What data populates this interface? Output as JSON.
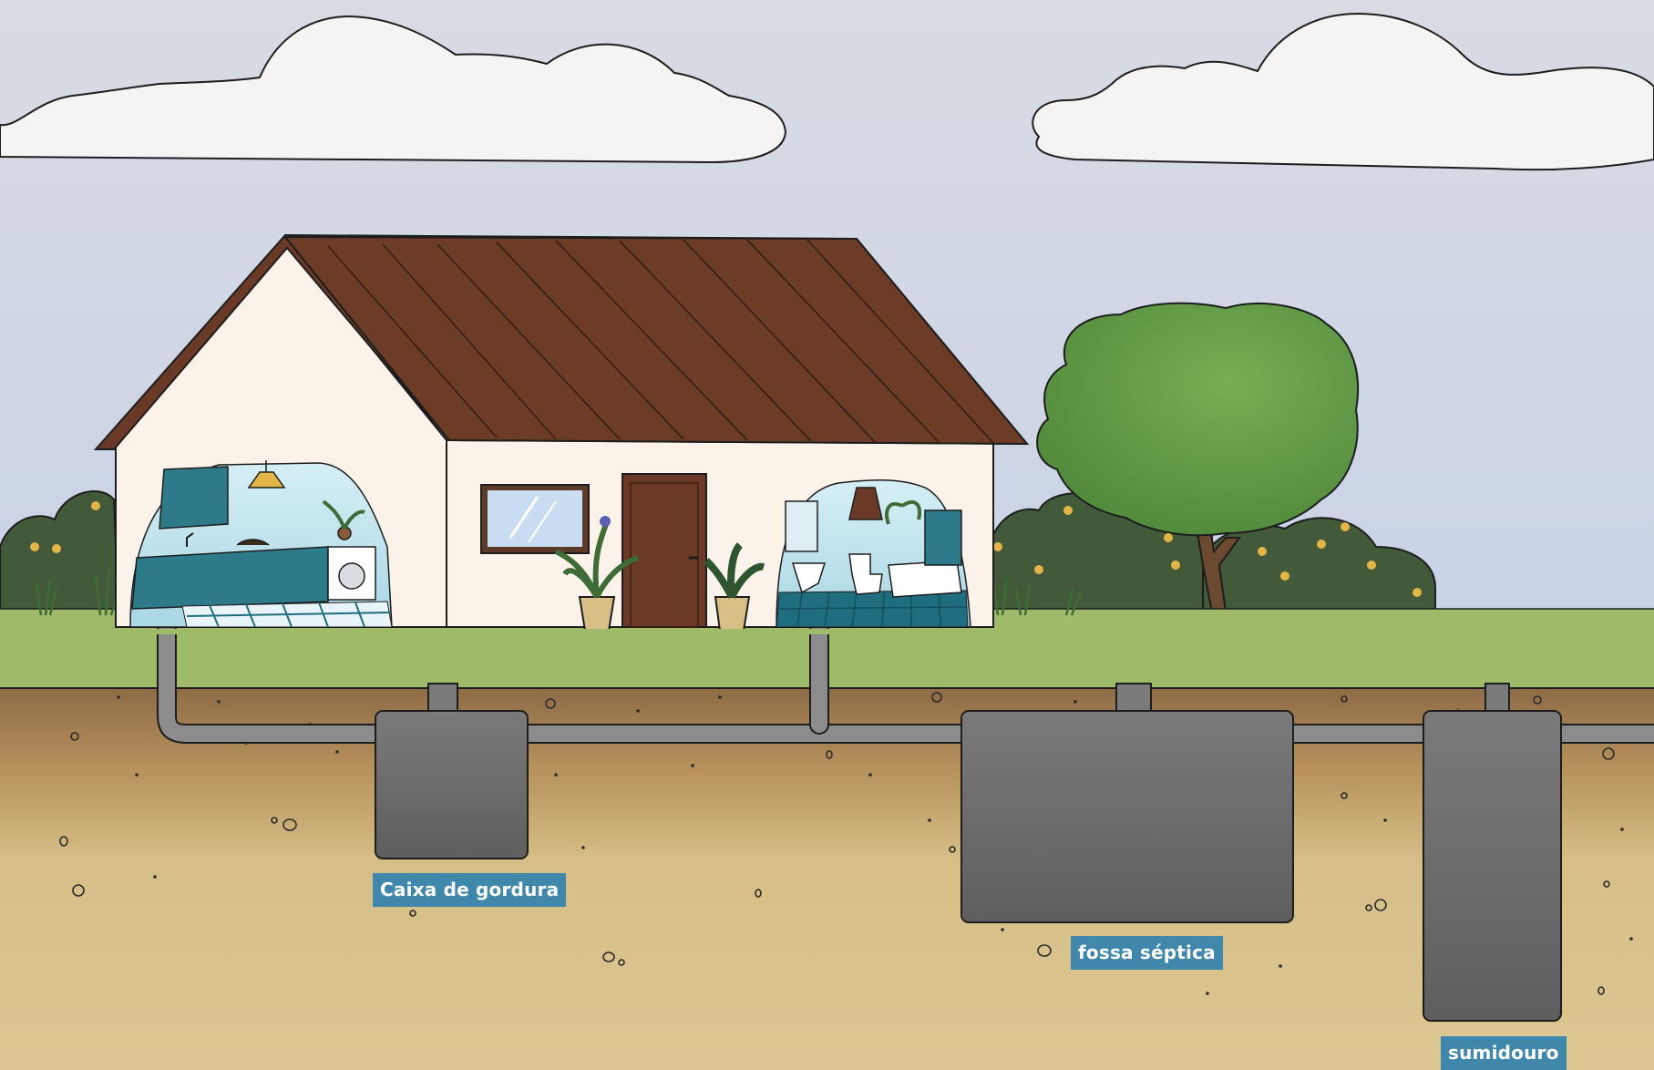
{
  "labels": {
    "grease_trap": "Caixa de gordura",
    "septic_tank": "fossa séptica",
    "soakaway": "sumidouro"
  },
  "colors": {
    "sky": "#d4dbe8",
    "cloud": "#f4f3f1",
    "roof": "#6b3a26",
    "wall": "#fbf3ea",
    "door": "#6b3a26",
    "grass": "#9fbb6a",
    "soil_top": "#8c6a45",
    "soil": "#d7bf86",
    "pipe": "#8a8a8a",
    "tank": "#6f6f6f",
    "tree": "#5e9a44",
    "bush": "#42583a",
    "flower": "#e2b546",
    "room_wall": "#bfe3ee",
    "cabinet": "#2c7a8a",
    "floor_tile": "#1f6e80",
    "label_bg": "#3f87ab",
    "label_text": "#ffffff"
  }
}
